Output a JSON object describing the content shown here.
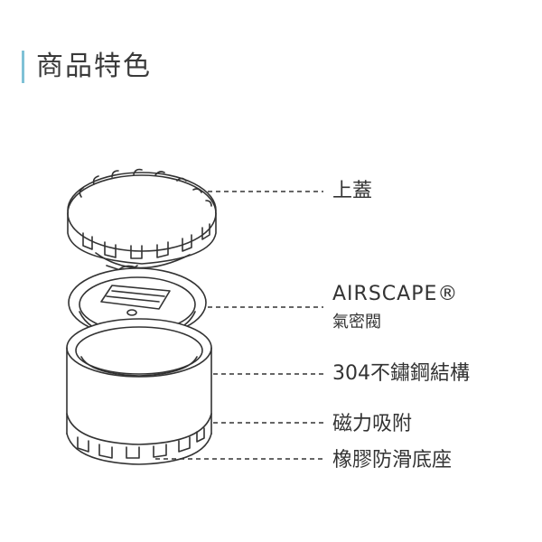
{
  "header": {
    "title": "商品特色"
  },
  "illustration": {
    "subject": "canister-exploded-view",
    "line_color": "#333333",
    "accent_color": "#7fc1d6"
  },
  "labels": {
    "lid": "上蓋",
    "valve": "AIRSCAPE®",
    "valve_sub": "氣密閥",
    "steel": "304不鏽鋼結構",
    "magnet": "磁力吸附",
    "base": "橡膠防滑底座"
  }
}
